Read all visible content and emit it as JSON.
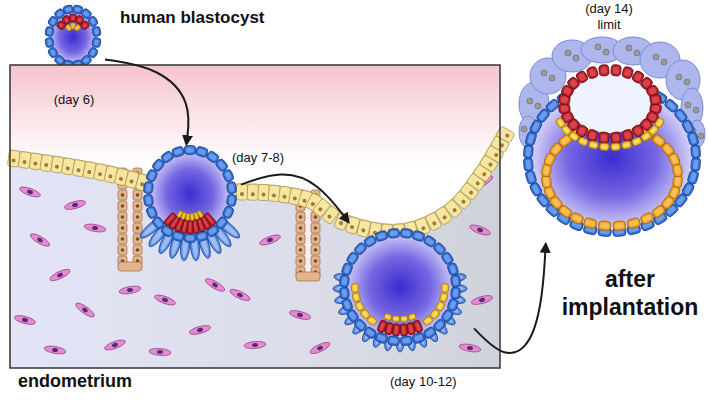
{
  "diagram": {
    "nodes": [
      {
        "text": [
          "human blastocyst",
          "(day 6)"
        ]
      },
      {
        "text": [
          "endometrium"
        ]
      },
      {
        "text": [
          "(day 7-8)"
        ],
        "in": 1
      },
      {
        "text": [
          "(day 10-12)"
        ],
        "in": 1
      },
      {
        "text": [
          "(day 14)",
          "limit"
        ]
      }
    ],
    "edges": [
      {
        "from": 0,
        "to": 2,
        "arrow": "to"
      },
      {
        "from": 2,
        "to": 3,
        "arrow": "to"
      },
      {
        "from": 3,
        "to": 4,
        "arrow": "to"
      }
    ],
    "labels": [
      "after implantation"
    ]
  }
}
